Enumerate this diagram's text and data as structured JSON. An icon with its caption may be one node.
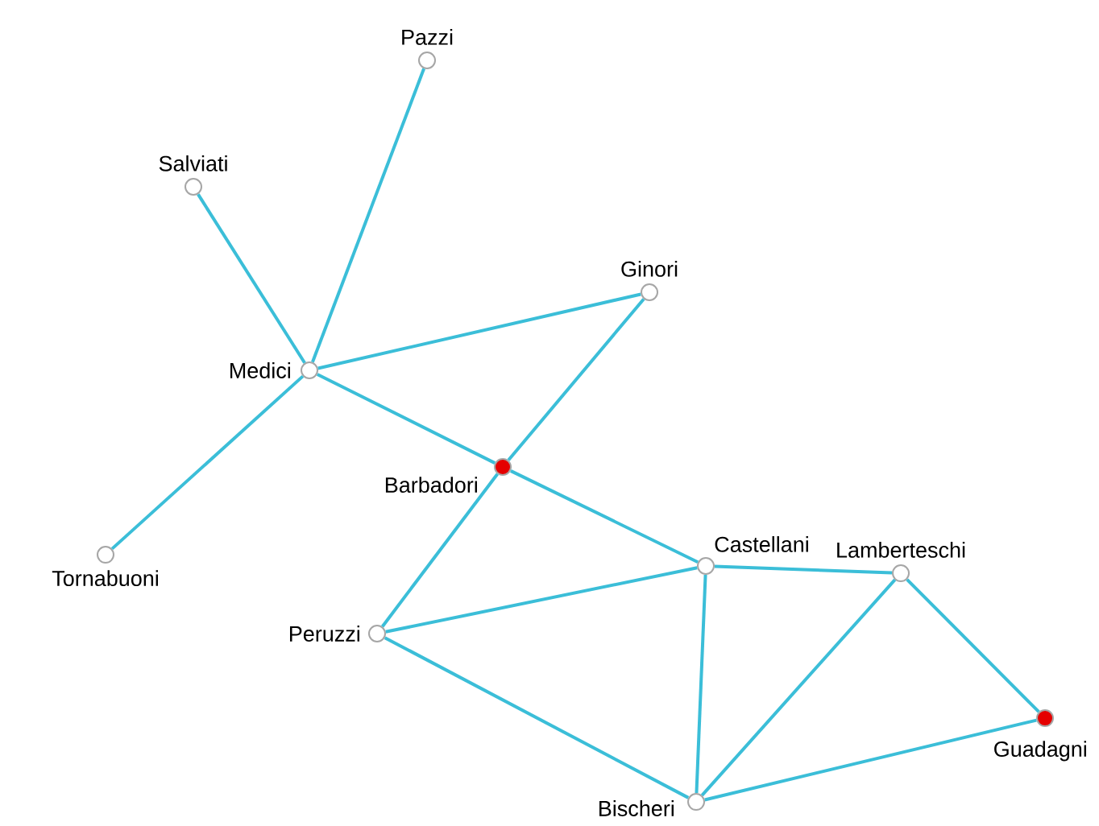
{
  "diagram": {
    "nodes": [
      {
        "text": [
          "Pazzi"
        ]
      },
      {
        "text": [
          "Salviati"
        ]
      },
      {
        "text": [
          "Ginori"
        ]
      },
      {
        "text": [
          "Medici"
        ]
      },
      {
        "text": [
          "Barbadori"
        ]
      },
      {
        "text": [
          "Tornabuoni"
        ]
      },
      {
        "text": [
          "Castellani"
        ]
      },
      {
        "text": [
          "Lamberteschi"
        ]
      },
      {
        "text": [
          "Peruzzi"
        ]
      },
      {
        "text": [
          "Guadagni"
        ]
      },
      {
        "text": [
          "Bischeri"
        ]
      }
    ],
    "edges": [
      {
        "from": 0,
        "to": 3,
        "arrow": "none"
      },
      {
        "from": 1,
        "to": 3,
        "arrow": "none"
      },
      {
        "from": 3,
        "to": 2,
        "arrow": "none"
      },
      {
        "from": 3,
        "to": 4,
        "arrow": "none"
      },
      {
        "from": 3,
        "to": 5,
        "arrow": "none"
      },
      {
        "from": 2,
        "to": 4,
        "arrow": "none"
      },
      {
        "from": 4,
        "to": 6,
        "arrow": "none"
      },
      {
        "from": 4,
        "to": 8,
        "arrow": "none"
      },
      {
        "from": 8,
        "to": 6,
        "arrow": "none"
      },
      {
        "from": 8,
        "to": 10,
        "arrow": "none"
      },
      {
        "from": 6,
        "to": 7,
        "arrow": "none"
      },
      {
        "from": 6,
        "to": 10,
        "arrow": "none"
      },
      {
        "from": 7,
        "to": 10,
        "arrow": "none"
      },
      {
        "from": 7,
        "to": 9,
        "arrow": "none"
      },
      {
        "from": 9,
        "to": 10,
        "arrow": "none"
      }
    ]
  }
}
